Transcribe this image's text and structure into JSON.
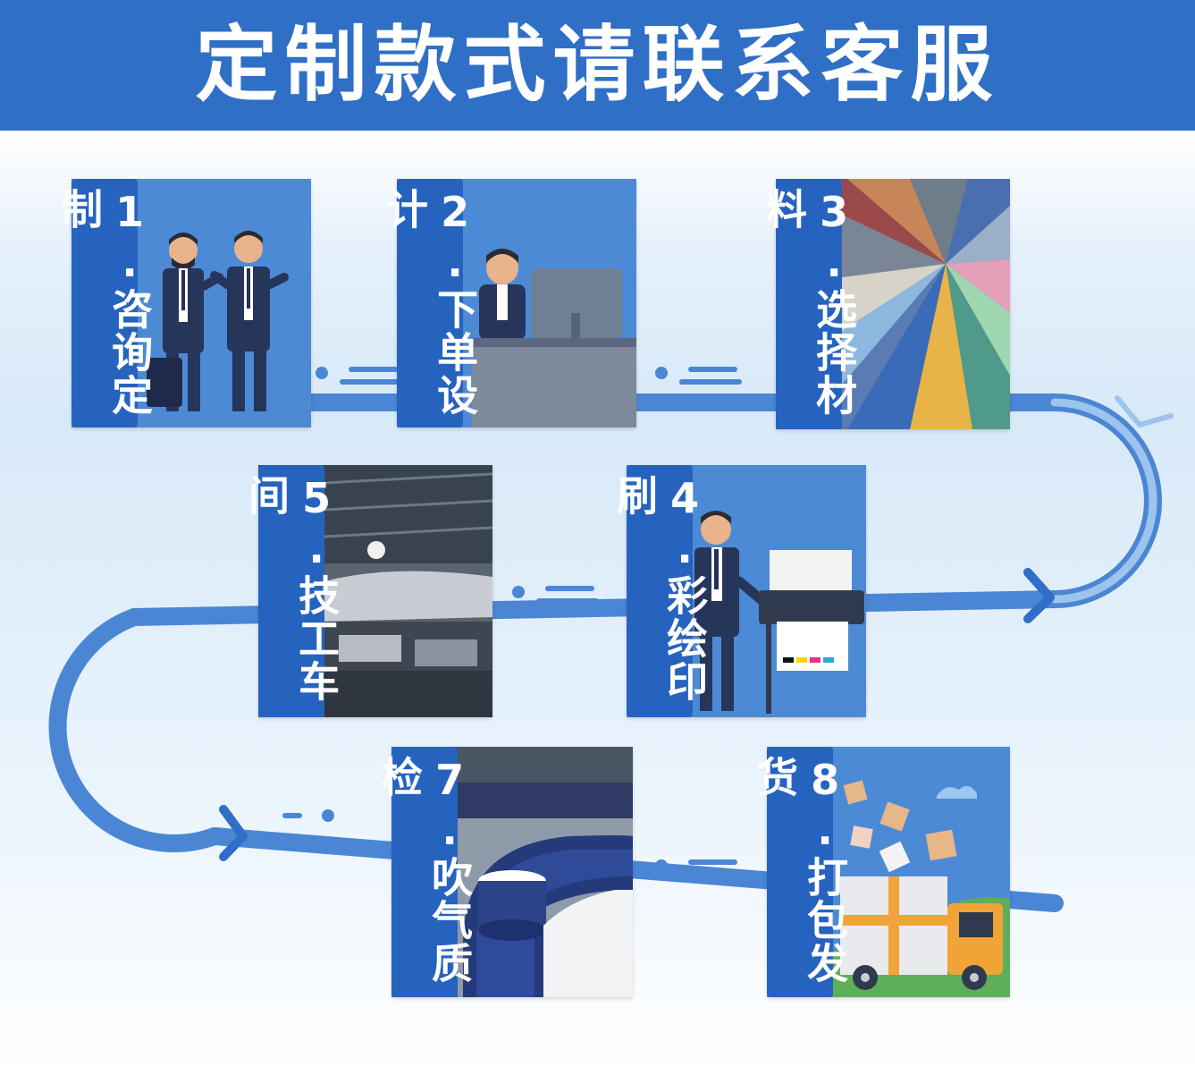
{
  "header": {
    "title": "定制款式请联系客服"
  },
  "colors": {
    "banner": "#2f6fc6",
    "tag": "#2663bf",
    "card": "#4d8ad6",
    "track": "#4b86d4"
  },
  "steps": [
    {
      "label": "1.咨询定制",
      "icon": "businessmen-handshake-illustration"
    },
    {
      "label": "2.下单设计",
      "icon": "designer-at-computer-illustration"
    },
    {
      "label": "3.选择材料",
      "icon": "fabric-swatch-fan-photo"
    },
    {
      "label": "4.彩绘印刷",
      "icon": "printer-operator-illustration"
    },
    {
      "label": "5.技工车间",
      "icon": "sewing-workshop-photo"
    },
    {
      "label": "7.吹气质检",
      "icon": "inflatable-sofa-inspection-photo"
    },
    {
      "label": "8.打包发货",
      "icon": "delivery-truck-packages-illustration"
    }
  ]
}
